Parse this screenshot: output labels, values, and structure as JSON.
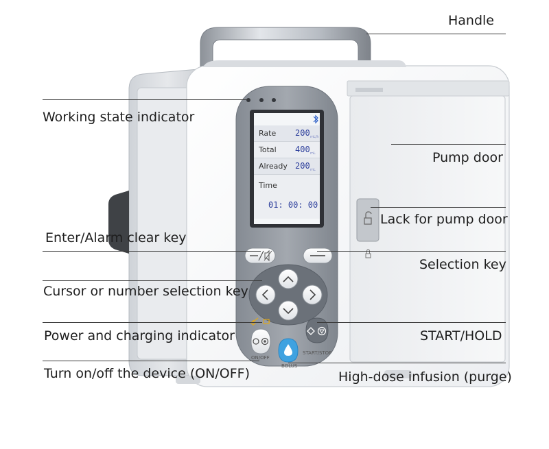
{
  "labels": {
    "handle": "Handle",
    "working_state_indicator": "Working state indicator",
    "pump_door": "Pump door",
    "lack_for_pump_door": "Lack for pump door",
    "enter_alarm_clear_key": "Enter/Alarm clear key",
    "selection_key": "Selection key",
    "cursor_number_selection_key": "Cursor or number selection key",
    "power_charging_indicator": "Power and charging indicator",
    "start_hold": "START/HOLD",
    "turn_on_off": "Turn on/off the device (ON/OFF)",
    "high_dose_infusion": "High-dose infusion (purge)"
  },
  "screen": {
    "rate_label": "Rate",
    "rate_value": "200",
    "rate_unit": "mL/h",
    "total_label": "Total",
    "total_value": "400",
    "total_unit": "mL",
    "already_label": "Already",
    "already_value": "200",
    "already_unit": "mL",
    "time_label": "Time",
    "time_value": "01: 00: 00"
  },
  "buttons": {
    "onoff": "ON/OFF",
    "bolus": "BOLUS",
    "startstop": "START/STOP"
  },
  "colors": {
    "leader_line": "#3a3a3a",
    "screen_text": "#2d3f9c",
    "bolus_key": "#3fa2e0",
    "device_body": "#f4f5f7"
  },
  "icons": [
    "bluetooth-icon",
    "unlock-icon",
    "mute-icon",
    "chevron-up-icon",
    "chevron-down-icon",
    "chevron-left-icon",
    "chevron-right-icon",
    "power-icon",
    "droplet-icon",
    "start-stop-icon",
    "battery-icon",
    "plug-icon",
    "lock-icon"
  ]
}
